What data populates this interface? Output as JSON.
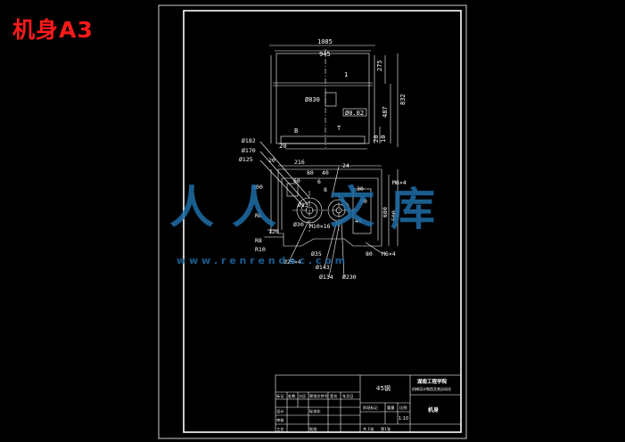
{
  "header": {
    "title": "机身A3"
  },
  "colors": {
    "background": "#000000",
    "lines": "#ffffff",
    "title": "#ff1a1a",
    "watermark": "#1f6ea8"
  },
  "top_view": {
    "dims": [
      "1085",
      "945",
      "275",
      "487",
      "832",
      "20",
      "10",
      "20"
    ],
    "labels": [
      "Ø830",
      "1",
      "T",
      "Ø0.02",
      "B"
    ]
  },
  "main_view": {
    "dims": [
      "Ø182",
      "Ø170",
      "Ø125",
      "20",
      "216",
      "24",
      "80",
      "40",
      "60",
      "300",
      "6",
      "8",
      "30",
      "R6",
      "Ø30",
      "M10×16",
      "Ø13",
      "90",
      "40",
      "120",
      "R8",
      "R10",
      "Ø35",
      "Ø143",
      "Ø134",
      "Ø230",
      "Ø25×4",
      "M6×4",
      "M6×4",
      "680",
      "80",
      "500"
    ]
  },
  "watermark": {
    "chars": [
      "人",
      "人",
      "文",
      "库"
    ],
    "url": "w w w . r e n r e n d o c . c o m"
  },
  "title_block": {
    "material": "45钢",
    "school": "湖南工程学院",
    "project": "机械设计制造及其自动化",
    "part_name": "机身",
    "scale": "1:10",
    "cells": [
      "标记",
      "处数",
      "分区",
      "更改文件号",
      "签名",
      "年月日",
      "设计",
      "标准化",
      "审核",
      "工艺",
      "批准",
      "阶段标记",
      "重量",
      "比例",
      "共 1张",
      "第1张"
    ]
  }
}
